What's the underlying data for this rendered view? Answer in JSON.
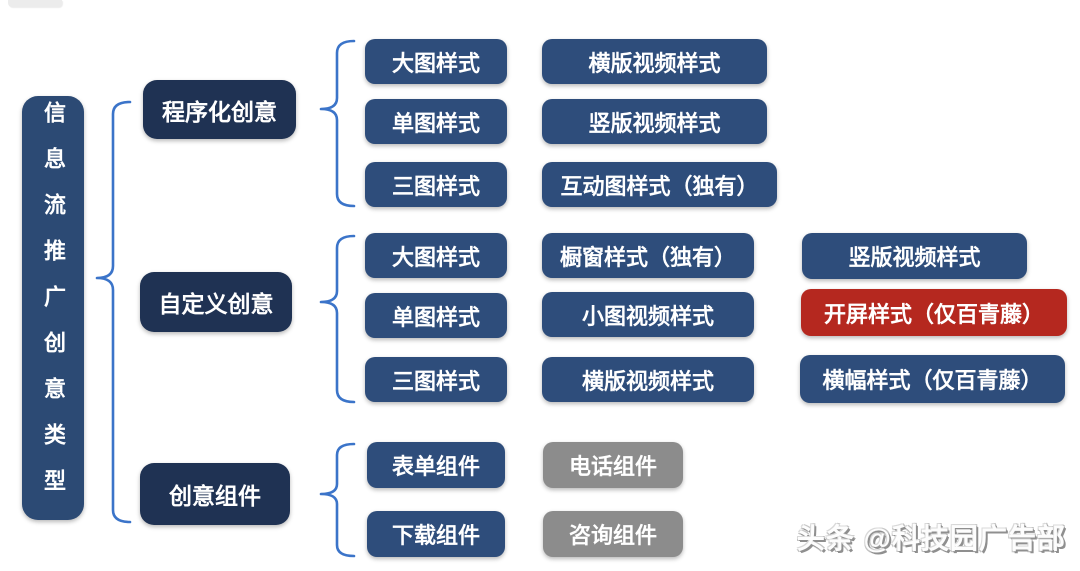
{
  "title": "信息流推广创意类型",
  "watermark": "头条 @科技园广告部",
  "colors": {
    "root_fill": "#2c4a74",
    "branch_fill": "#1f3253",
    "item_fill": "#2e4d7b",
    "highlight_fill": "#b5281f",
    "component_fill": "#8c8c8c",
    "brace_stroke": "#3b74c9",
    "text": "#ffffff"
  },
  "branches": [
    {
      "label": "程序化创意",
      "col1": [
        "大图样式",
        "单图样式",
        "三图样式"
      ],
      "col2": [
        "横版视频样式",
        "竖版视频样式",
        "互动图样式（独有）"
      ]
    },
    {
      "label": "自定义创意",
      "col1": [
        "大图样式",
        "单图样式",
        "三图样式"
      ],
      "col2": [
        "橱窗样式（独有）",
        "小图视频样式",
        "横版视频样式"
      ],
      "col3": [
        "竖版视频样式",
        "开屏样式（仅百青藤）",
        "横幅样式（仅百青藤）"
      ]
    },
    {
      "label": "创意组件",
      "col1": [
        "表单组件",
        "下载组件"
      ],
      "col2": [
        "电话组件",
        "咨询组件"
      ]
    }
  ]
}
